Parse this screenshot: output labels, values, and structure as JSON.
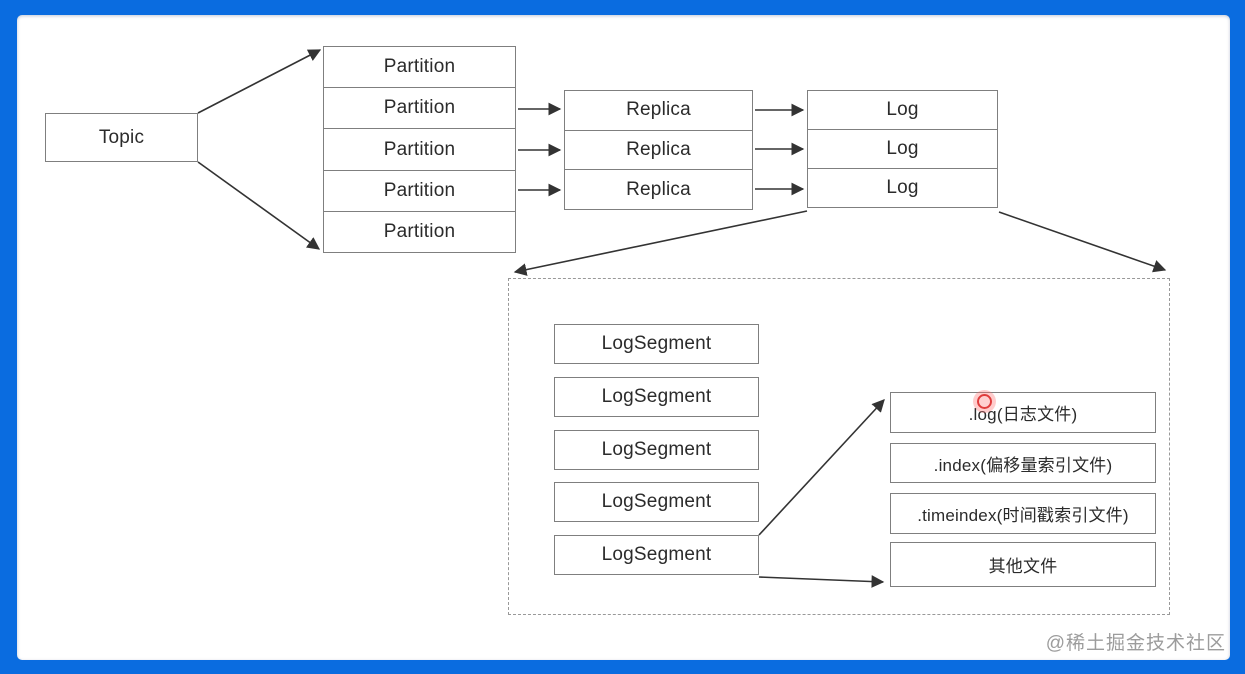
{
  "colors": {
    "frame_blue": "#0a6ce0",
    "canvas_bg": "#ffffff",
    "box_border": "#7f7f7f",
    "box_text": "#2b2b2b",
    "arrow": "#333333",
    "dashed_border": "#999999",
    "watermark": "#9c9c9c",
    "cursor_red": "#e03c3c"
  },
  "topic": {
    "label": "Topic"
  },
  "partitions": [
    "Partition",
    "Partition",
    "Partition",
    "Partition",
    "Partition"
  ],
  "replicas": [
    "Replica",
    "Replica",
    "Replica"
  ],
  "logs": [
    "Log",
    "Log",
    "Log"
  ],
  "log_segments": [
    "LogSegment",
    "LogSegment",
    "LogSegment",
    "LogSegment",
    "LogSegment"
  ],
  "segment_files": [
    ".log(日志文件)",
    ".index(偏移量索引文件)",
    ".timeindex(时间戳索引文件)",
    "其他文件"
  ],
  "watermark": "@稀土掘金技术社区"
}
